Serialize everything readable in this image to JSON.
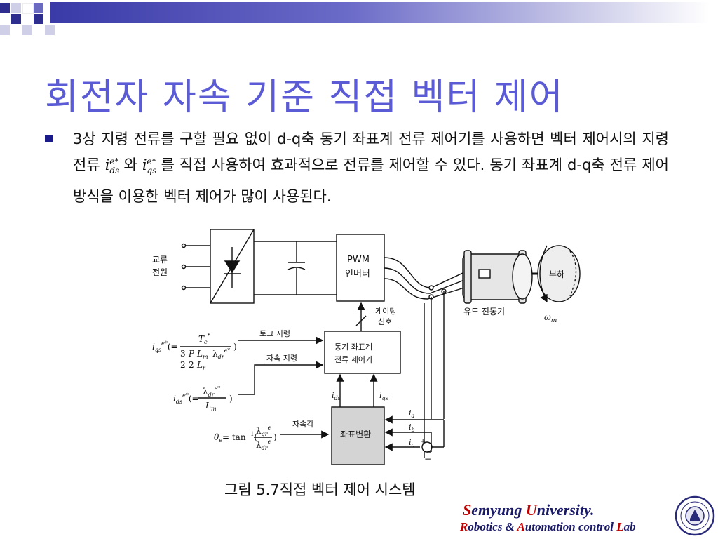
{
  "slide": {
    "title": "회전자 자속 기준 직접 벡터 제어",
    "body": {
      "part1": "3상 지령 전류를 구할 필요 없이 d-q축 동기 좌표계 전류 제어기를 사용하면 벡터 제어시의 지령 전류",
      "sym1_base": "i",
      "sym1_sup": "e*",
      "sym1_sub": "ds",
      "part2": "와",
      "sym2_base": "i",
      "sym2_sup": "e*",
      "sym2_sub": "qs",
      "part3": "를 직접 사용하여 효과적으로 전류를 제어할 수 있다. 동기 좌표계 d-q축 전류 제어방식을 이용한 벡터 제어가 많이 사용된다."
    },
    "caption": "그림 5.7직접 벡터 제어 시스템"
  },
  "diagram": {
    "ac_source": [
      "교류",
      "전원"
    ],
    "pwm": [
      "PWM",
      "인버터"
    ],
    "gating": [
      "게이팅",
      "신호"
    ],
    "motor": "유도 전동기",
    "load": "부하",
    "omega": "ω",
    "omega_sub": "m",
    "torque_cmd": "토크 지령",
    "flux_cmd": "자속 지령",
    "flux_angle": "자속각",
    "controller": [
      "동기 좌표계",
      "전류 제어기"
    ],
    "transform": "좌표변환",
    "ia": "i",
    "ia_sub": "a",
    "ib": "i",
    "ib_sub": "b",
    "ic": "i",
    "ic_sub": "c",
    "plus": "+",
    "minus": "−",
    "ids_label": "i",
    "iqs_label": "i",
    "eq_iqs": {
      "lhs": "i",
      "lhs_sup": "e*",
      "lhs_sub": "qs",
      "open": "(=",
      "num": "T",
      "num_sup": "*",
      "num_sub": "e",
      "den_a": "3",
      "den_b": "2",
      "den_c": "P",
      "den_d": "2",
      "den_e": "L",
      "den_e_sub": "m",
      "den_f": "L",
      "den_f_sub": "r",
      "den_g": "λ",
      "den_g_sup": "e*",
      "den_g_sub": "dr",
      "close": ")"
    },
    "eq_ids": {
      "lhs": "i",
      "lhs_sup": "e*",
      "lhs_sub": "ds",
      "open": "(=",
      "num": "λ",
      "num_sup": "e*",
      "num_sub": "dr",
      "den": "L",
      "den_sub": "m",
      "close": ")"
    },
    "eq_theta": {
      "lhs": "θ",
      "lhs_sub": "e",
      "eq": "= tan",
      "pow": "−1",
      "open": "(",
      "num": "λ",
      "num_sup": "e",
      "num_sub": "qr",
      "den": "λ",
      "den_sup": "e",
      "den_sub": "dr",
      "close": ")"
    }
  },
  "footer": {
    "uni_s": "S",
    "uni_1": "emyung ",
    "uni_u": "U",
    "uni_2": "niversity.",
    "lab_r": "R",
    "lab_1": "obotics & ",
    "lab_a": "A",
    "lab_2": "utomation control ",
    "lab_l": "L",
    "lab_3": "ab"
  },
  "colors": {
    "title": "#5b5bd6",
    "bullet": "#1a1a8a",
    "accent_red": "#c00000"
  }
}
